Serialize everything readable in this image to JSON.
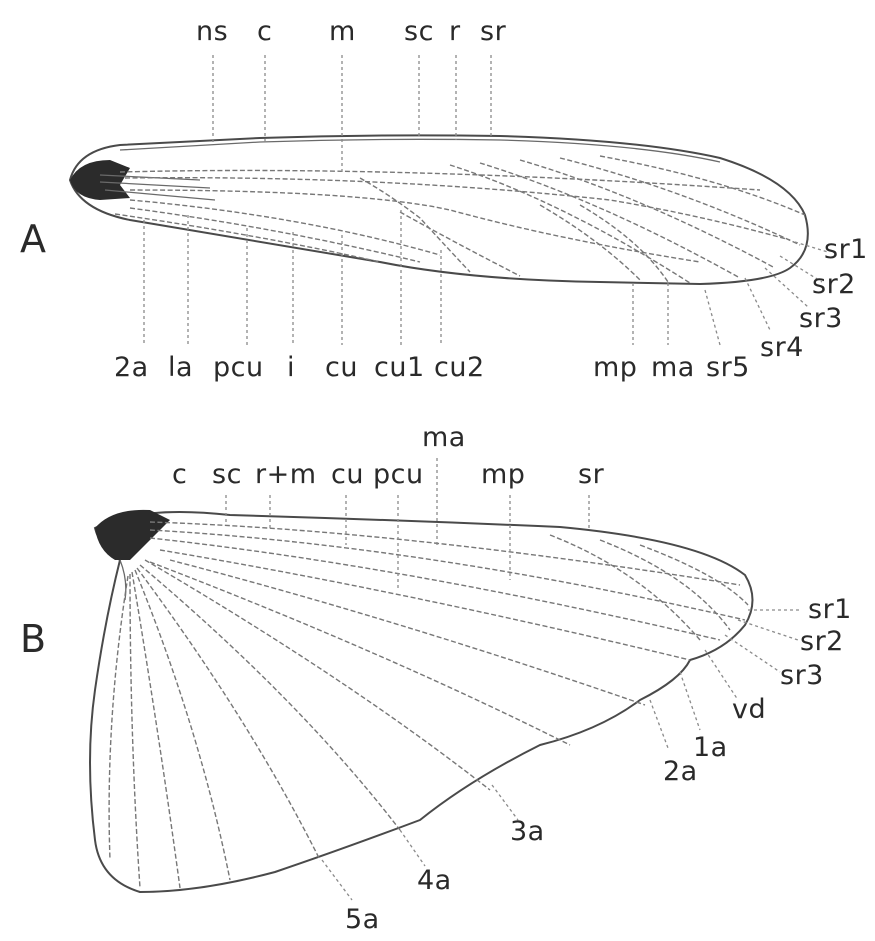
{
  "figure": {
    "panelA": {
      "letter": "A",
      "top_labels": [
        "ns",
        "c",
        "m",
        "sc",
        "r",
        "sr"
      ],
      "bottom_labels": [
        "2a",
        "la",
        "pcu",
        "i",
        "cu",
        "cu1",
        "cu2",
        "mp",
        "ma",
        "sr5"
      ],
      "right_labels": [
        "sr1",
        "sr2",
        "sr3",
        "sr4"
      ]
    },
    "panelB": {
      "letter": "B",
      "top_labels": [
        "c",
        "sc",
        "r+m",
        "cu",
        "pcu",
        "ma",
        "mp",
        "sr"
      ],
      "right_labels": [
        "sr1",
        "sr2",
        "sr3",
        "vd",
        "1a",
        "2a",
        "3a",
        "4a",
        "5a"
      ]
    }
  }
}
